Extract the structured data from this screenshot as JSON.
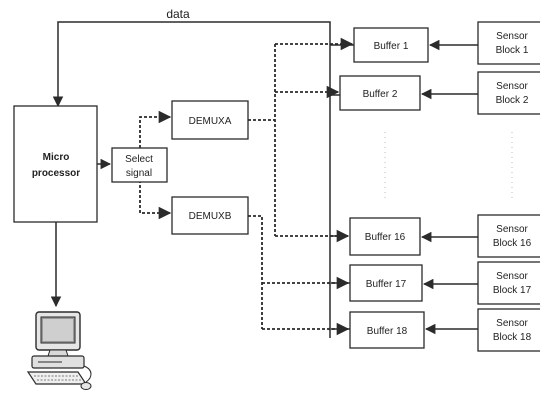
{
  "labels": {
    "data": "data",
    "microprocessor_line1": "Micro",
    "microprocessor_line2": "processor",
    "select_line1": "Select",
    "select_line2": "signal",
    "demuxa": "DEMUXA",
    "demuxb": "DEMUXB"
  },
  "buffers": [
    "Buffer 1",
    "Buffer 2",
    "Buffer 16",
    "Buffer 17",
    "Buffer 18"
  ],
  "sensors": [
    {
      "line1": "Sensor",
      "line2": "Block 1"
    },
    {
      "line1": "Sensor",
      "line2": "Block 2"
    },
    {
      "line1": "Sensor",
      "line2": "Block 16"
    },
    {
      "line1": "Sensor",
      "line2": "Block 17"
    },
    {
      "line1": "Sensor",
      "line2": "Block 18"
    }
  ],
  "icons": {
    "computer": "desktop-computer-icon"
  }
}
